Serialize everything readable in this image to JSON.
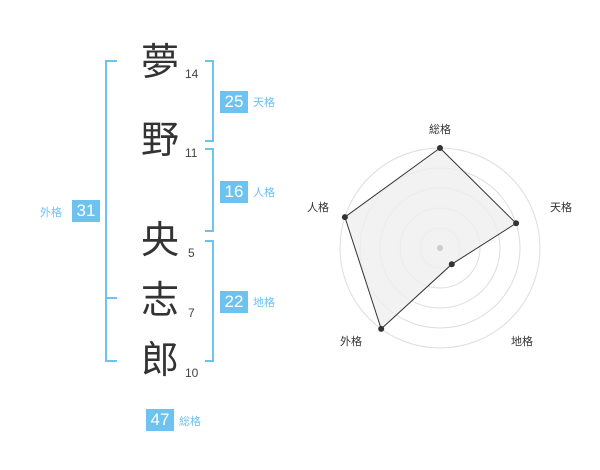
{
  "name": {
    "characters": [
      {
        "char": "夢",
        "strokes": "14"
      },
      {
        "char": "野",
        "strokes": "11"
      },
      {
        "char": "央",
        "strokes": "5"
      },
      {
        "char": "志",
        "strokes": "7"
      },
      {
        "char": "郎",
        "strokes": "10"
      }
    ]
  },
  "fortune": {
    "tenkaku": {
      "value": "25",
      "label": "天格"
    },
    "jinkaku": {
      "value": "16",
      "label": "人格"
    },
    "chikaku": {
      "value": "22",
      "label": "地格"
    },
    "gaikaku": {
      "value": "31",
      "label": "外格"
    },
    "soukaku": {
      "value": "47",
      "label": "総格"
    }
  },
  "radar": {
    "axes": [
      "総格",
      "天格",
      "地格",
      "外格",
      "人格"
    ],
    "levels": 5,
    "values": [
      5,
      4,
      1,
      5,
      5
    ],
    "colors": {
      "grid": "#dddddd",
      "fill": "#efefef",
      "line": "#333333",
      "point": "#333333",
      "center": "#cccccc"
    }
  },
  "colors": {
    "accent": "#6ec2ef"
  }
}
